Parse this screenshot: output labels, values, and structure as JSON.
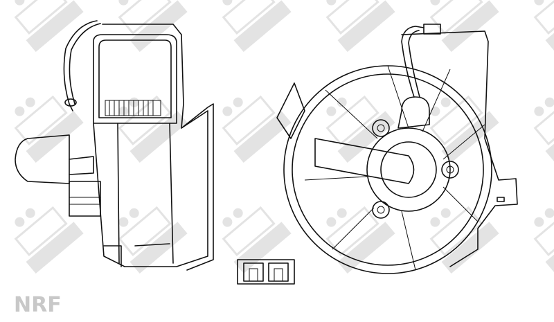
{
  "watermark": {
    "text": "NRF",
    "color": "#e3e3e3"
  },
  "figure": {
    "views": [
      "side-view",
      "front-view",
      "connector-detail"
    ],
    "line_color": "#111111",
    "background": "#ffffff"
  }
}
